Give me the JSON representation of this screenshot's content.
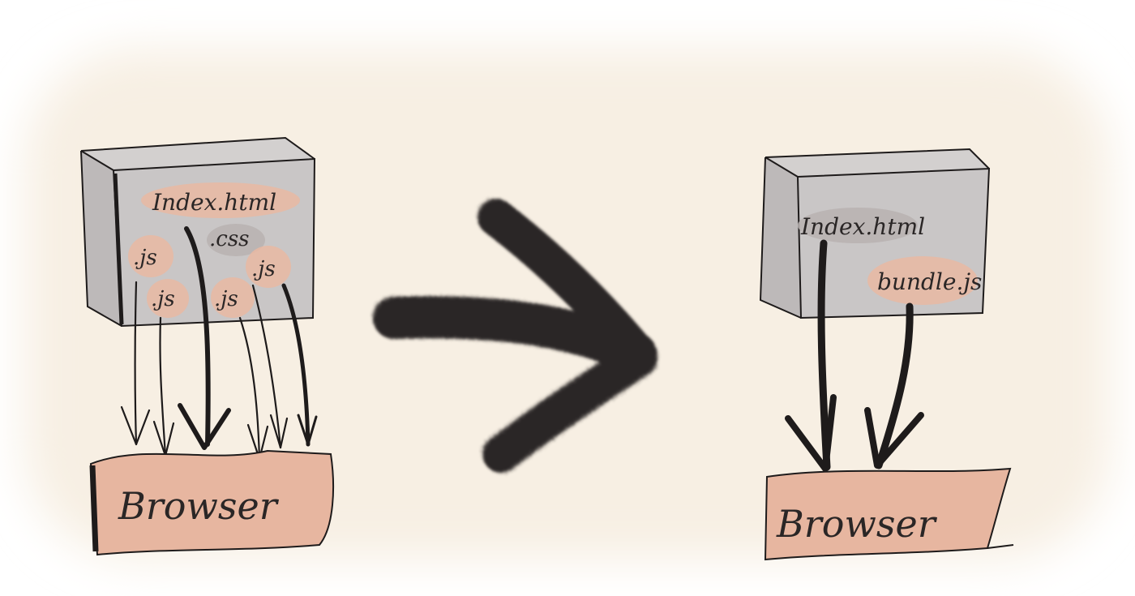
{
  "colors": {
    "paper_wash": "#f7efe3",
    "box_gray": "#c9c6c6",
    "box_side": "#bdb9b9",
    "blob_peach": "#e9b9a2",
    "browser_fill": "#e7b6a0",
    "ink": "#1e1b1b",
    "brush": "#2b2727"
  },
  "left": {
    "server_label": "Index.html",
    "files": [
      ".js",
      ".js",
      ".css",
      ".js",
      ".js"
    ],
    "browser_label": "Browser"
  },
  "right": {
    "server_label": "Index.html",
    "bundle_label": "bundle.js",
    "browser_label": "Browser"
  }
}
